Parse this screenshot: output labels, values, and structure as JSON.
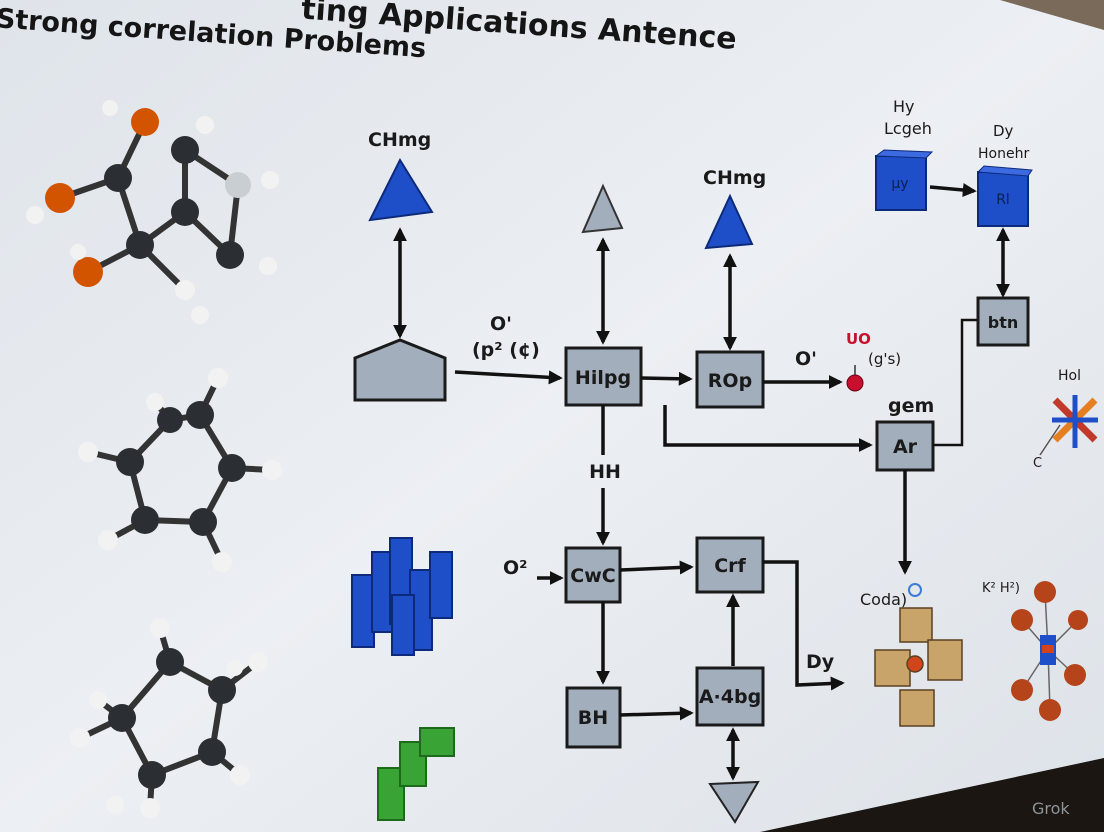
{
  "slide": {
    "title_line1": "ting Applications Antence",
    "title_line2": "Strong correlation Problems"
  },
  "diagram": {
    "left_triangle_label": "CHmg",
    "mid_triangle_label": "CHmg",
    "input_label_top": "O'",
    "input_label_bottom": "(p² (¢)",
    "box_hilpg": "Hilpg",
    "box_rop": "ROp",
    "output_label": "O'",
    "red_node_label": "UO",
    "red_node_sub": "(g's)",
    "hh_label": "HH",
    "box_ar": "Ar",
    "ar_label": "gem",
    "blue_cube_1_top": "Hy",
    "blue_cube_1_bottom": "Lcgeh",
    "blue_cube_1_text": "μy",
    "blue_cube_2_top": "Dy",
    "blue_cube_2_bottom": "Honehr",
    "blue_cube_2_text": "Rl",
    "box_btn": "btn",
    "hol_label": "Hol",
    "hol_sub": "C",
    "o2_label": "O²",
    "box_cwc": "CwC",
    "box_crf": "Crf",
    "box_bh": "BH",
    "box_a4bg": "A·4bg",
    "dy_label": "Dy",
    "coda_label": "Coda)",
    "k2h2_label": "K² H²)"
  },
  "colors": {
    "background": "#e3e7ed",
    "box_fill": "#a3aebc",
    "blue": "#1f4fc8",
    "red": "#c8102e",
    "orange": "#d35400",
    "green": "#3aa336",
    "tan": "#c9a46a"
  },
  "watermark": "Grok"
}
